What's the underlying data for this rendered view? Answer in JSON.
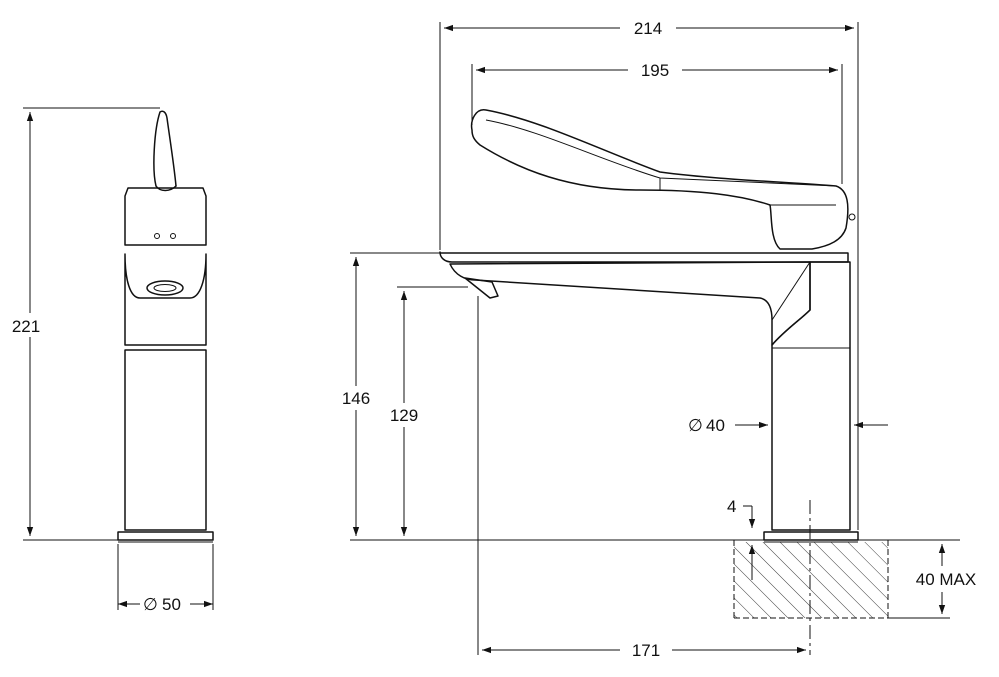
{
  "drawing": {
    "dimensions": {
      "overall_height": "221",
      "base_diameter": "50",
      "total_length": "214",
      "lever_length": "195",
      "body_height": "146",
      "spout_height": "129",
      "body_diameter": "40",
      "base_offset": "4",
      "countertop_max": "40 MAX",
      "reach": "171"
    },
    "diameter_symbol": "∅"
  }
}
